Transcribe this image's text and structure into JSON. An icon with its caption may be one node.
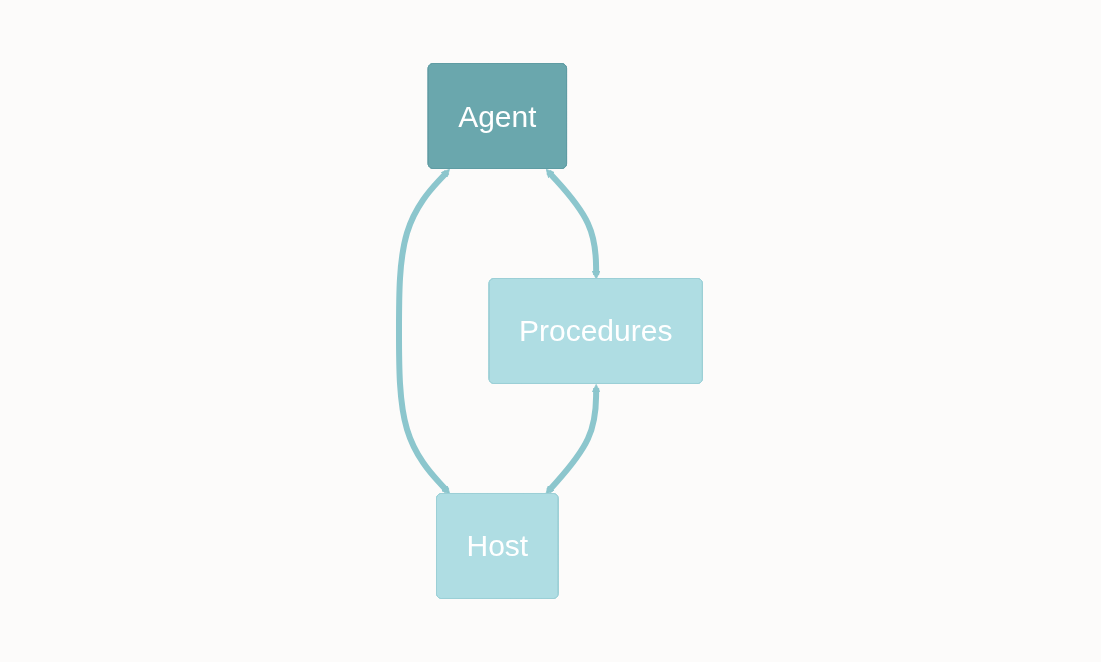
{
  "diagram": {
    "nodes": [
      {
        "text": [
          "Agent"
        ]
      },
      {
        "text": [
          "Procedures"
        ]
      },
      {
        "text": [
          "Host"
        ]
      }
    ],
    "edges": [
      {
        "from": 0,
        "to": 1,
        "arrow": "both"
      },
      {
        "from": 0,
        "to": 2,
        "arrow": "both"
      },
      {
        "from": 1,
        "to": 2,
        "arrow": "both"
      }
    ]
  }
}
